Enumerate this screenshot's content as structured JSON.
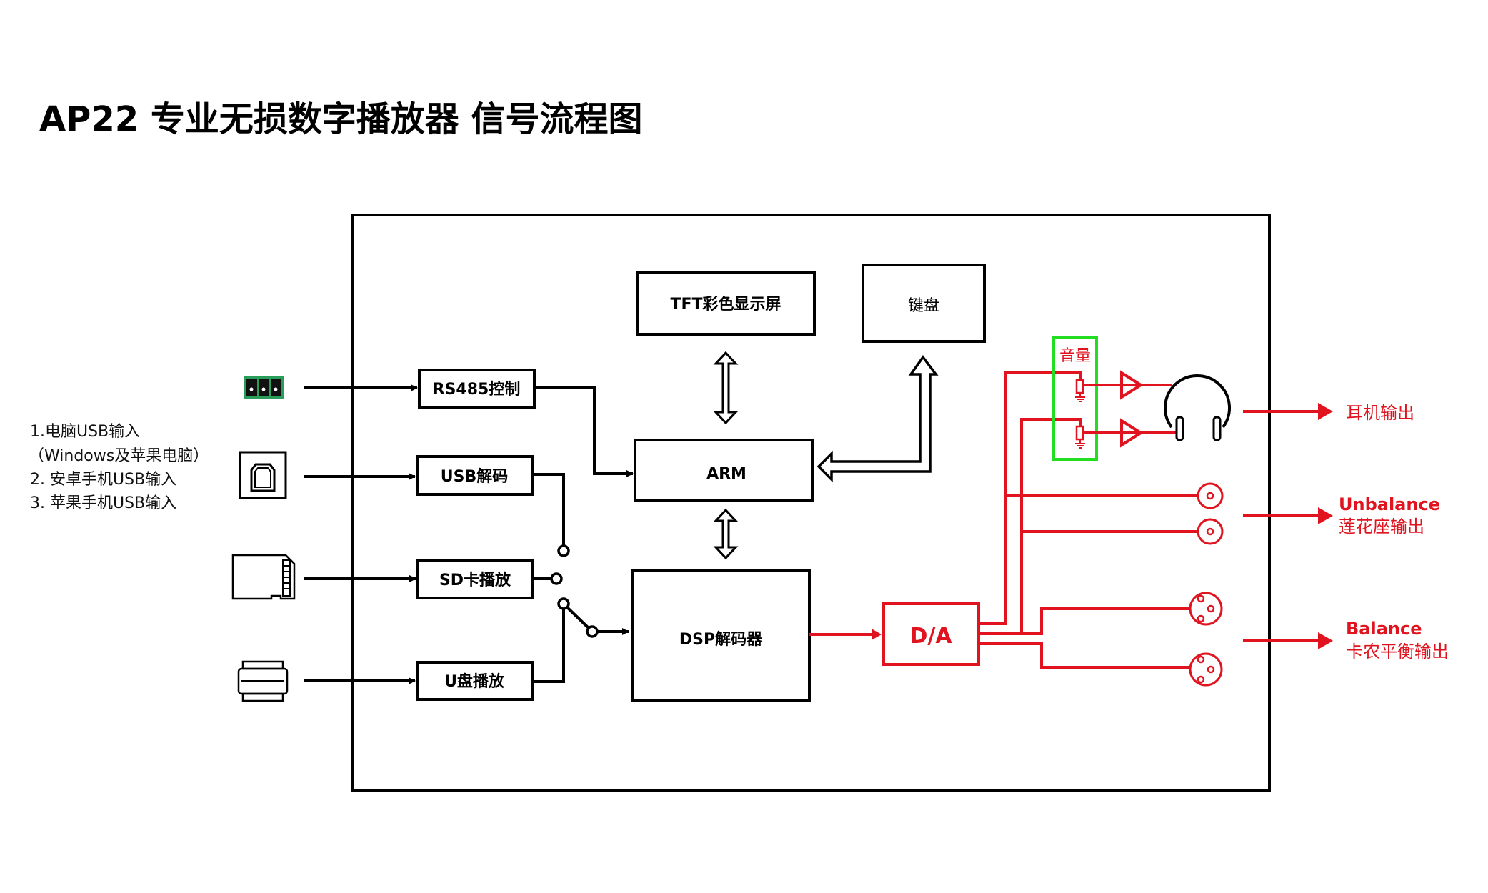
{
  "title": "AP22 专业无损数字播放器   信号流程图",
  "colors": {
    "line": "#000000",
    "signal": "#e0131e",
    "volume_box": "#22dd22",
    "terminal": "#2a9d5a"
  },
  "inputs": {
    "rs485": {
      "icon": "terminal-block-icon",
      "label": "RS485控制"
    },
    "usb": {
      "icon": "usb-b-port-icon",
      "label": "USB解码"
    },
    "sd": {
      "icon": "sd-card-icon",
      "label": "SD卡播放"
    },
    "udisk": {
      "icon": "usb-a-port-icon",
      "label": "U盘播放"
    }
  },
  "usb_notes": [
    "1.电脑USB输入",
    "（Windows及苹果电脑）",
    "2. 安卓手机USB输入",
    "3. 苹果手机USB输入"
  ],
  "blocks": {
    "tft": "TFT彩色显示屏",
    "keyboard": "键盘",
    "arm": "ARM",
    "dsp": "DSP解码器",
    "da": "D/A",
    "volume": "音量"
  },
  "outputs": {
    "headphone": {
      "icon": "headphone-icon",
      "line1": "耳机输出"
    },
    "unbalance": {
      "icon": "rca-jack-icon",
      "line1": "Unbalance",
      "line2": "莲花座输出"
    },
    "balance": {
      "icon": "xlr-jack-icon",
      "line1": "Balance",
      "line2": "卡农平衡输出"
    }
  }
}
